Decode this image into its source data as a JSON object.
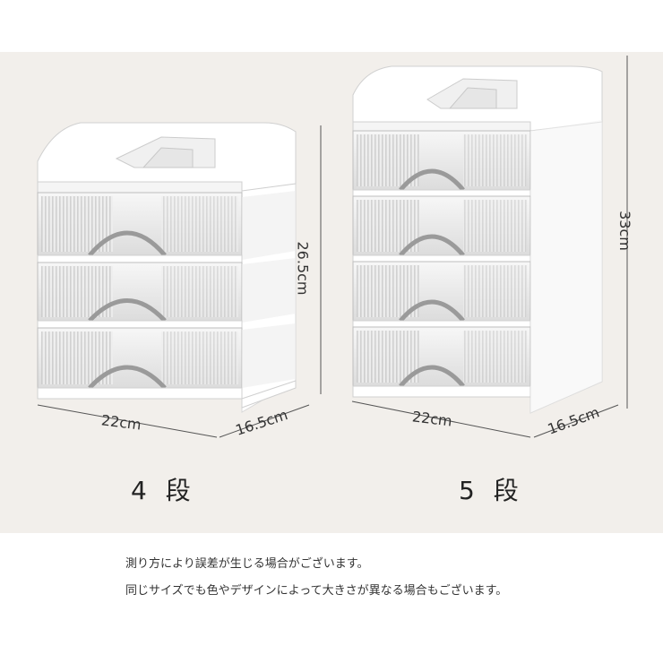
{
  "products": [
    {
      "label": "4 段",
      "width": "22cm",
      "depth": "16.5cm",
      "height": "26.5cm",
      "drawers": 3
    },
    {
      "label": "5 段",
      "width": "22cm",
      "depth": "16.5cm",
      "height": "33cm",
      "drawers": 4
    }
  ],
  "notes": [
    "測り方により誤差が生じる場合がございます。",
    "同じサイズでも色やデザインによって大きさが異なる場合もございます。"
  ]
}
